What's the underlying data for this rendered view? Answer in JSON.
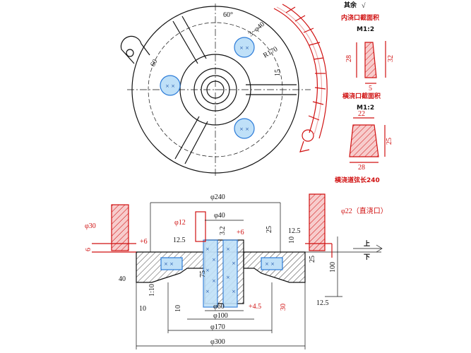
{
  "roughness": {
    "label": "其余",
    "symbol": "√"
  },
  "sections": {
    "inner_gate": {
      "title": "内浇口截面积",
      "scale": "M1:2",
      "dims": {
        "left": "28",
        "right": "32",
        "bottom": "5"
      }
    },
    "runner": {
      "title": "横浇口截面积",
      "scale": "M1:2",
      "dims": {
        "top": "22",
        "right": "25",
        "bottom": "28"
      }
    },
    "runner_length": "横浇道弦长240"
  },
  "top_view_dims": {
    "angle": "60°",
    "sprue_dia": "3~φ40",
    "radius": "R170",
    "rib": "15",
    "lug": "60"
  },
  "section_view_dims": {
    "d240": "φ240",
    "d40": "φ40",
    "d12": "φ12",
    "d30": "φ30",
    "d22": "φ22（直浇口）",
    "d60": "φ60",
    "d100": "φ100",
    "d170": "φ170",
    "d300": "φ300",
    "plus6_left": "+6",
    "plus6_mid": "+6",
    "plus45": "+4.5",
    "r32": "3.2",
    "ra125_a": "12.5",
    "ra125_b": "12.5",
    "ra125_c": "12.5",
    "h25": "25",
    "h10": "10",
    "h25b": "25",
    "h100": "100",
    "h6": "6",
    "w40": "40",
    "slope": "1:10",
    "h10_left": "10",
    "h10_bot": "10",
    "h75": "75",
    "h30": "30",
    "up": "上",
    "down": "下"
  }
}
